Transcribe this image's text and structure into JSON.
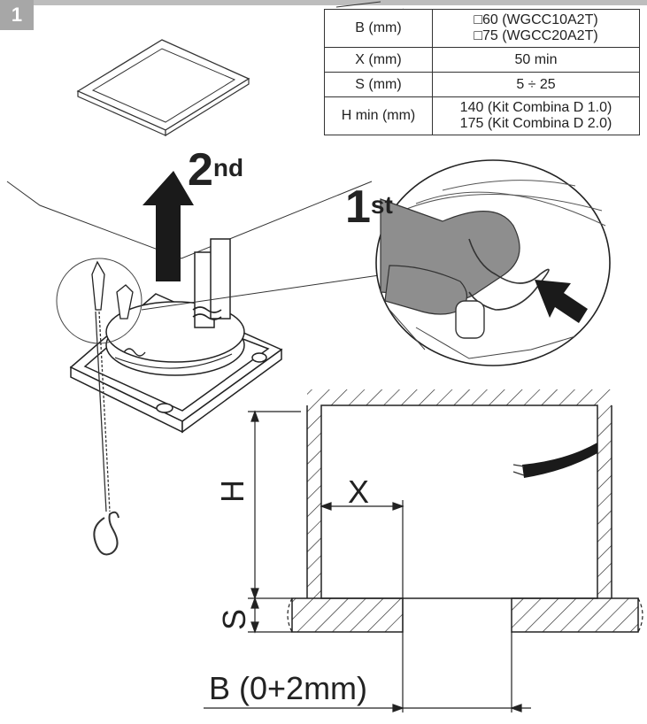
{
  "step_number": "1",
  "spec_table": [
    {
      "label": "B (mm)",
      "values": [
        "□60 (WGCC10A2T)",
        "□75 (WGCC20A2T)"
      ]
    },
    {
      "label": "X (mm)",
      "values": [
        "50 min"
      ]
    },
    {
      "label": "S (mm)",
      "values": [
        "5 ÷ 25"
      ]
    },
    {
      "label": "H min (mm)",
      "values": [
        "140 (Kit Combina D 1.0)",
        "175 (Kit Combina D 2.0)"
      ]
    }
  ],
  "steps": {
    "first": {
      "num": "1",
      "suffix": "st"
    },
    "second": {
      "num": "2",
      "suffix": "nd"
    }
  },
  "dimensions": {
    "h": "H",
    "s": "S",
    "x": "X",
    "b": "B (0+2mm)"
  },
  "colors": {
    "ink": "#222222",
    "badge": "#a7a7a7",
    "glove": "#8e8e8e"
  },
  "icons": [
    "cover-panel",
    "up-arrow",
    "recessed-light-frame",
    "safety-cable-hook",
    "gloved-hand-clip-detail",
    "push-arrow"
  ]
}
